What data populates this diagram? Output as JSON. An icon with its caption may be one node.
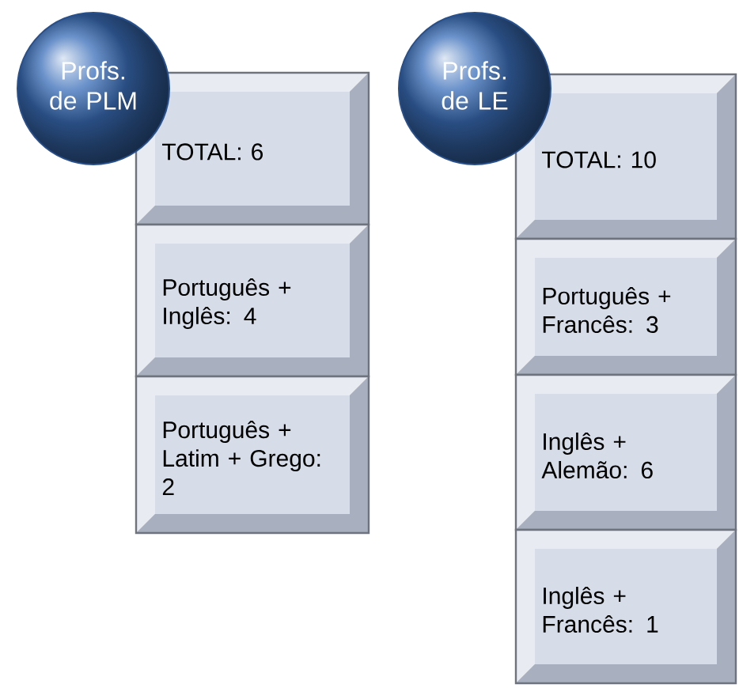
{
  "diagram": {
    "nodes": [
      {
        "text": [
          "Profs. de PLM"
        ]
      },
      {
        "text": [
          "TOTAL: 6"
        ]
      },
      {
        "text": [
          "Português + Inglês: 4"
        ]
      },
      {
        "text": [
          "Português + Latim + Grego: 2"
        ]
      },
      {
        "text": [
          "Profs. de LE"
        ]
      },
      {
        "text": [
          "TOTAL: 10"
        ]
      },
      {
        "text": [
          "Português + Francês: 3"
        ]
      },
      {
        "text": [
          "Inglês + Alemão: 6"
        ]
      },
      {
        "text": [
          "Inglês + Francês: 1"
        ]
      }
    ]
  }
}
